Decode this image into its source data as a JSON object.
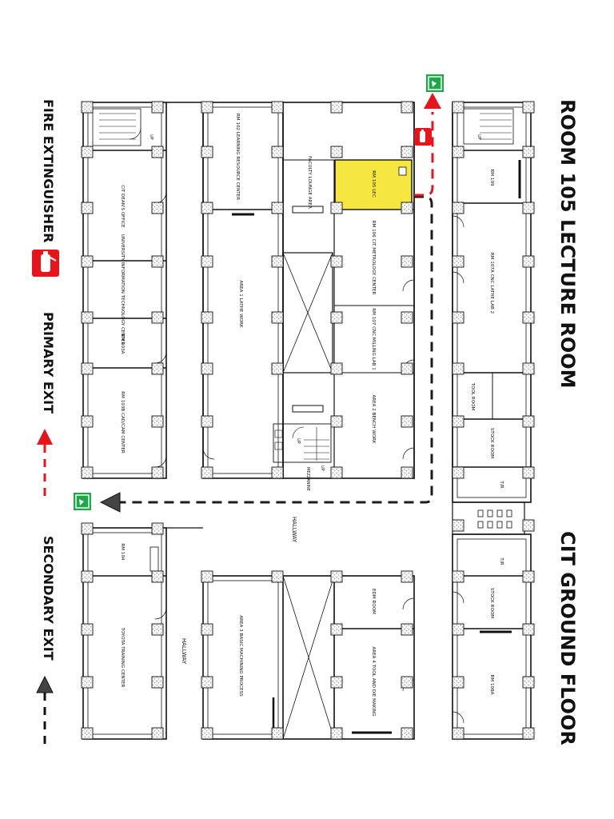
{
  "titles": {
    "main": "ROOM 105 LECTURE ROOM",
    "floor": "CIT GROUND FLOOR"
  },
  "legend": {
    "fire_extinguisher": "FIRE EXTINGUISHER",
    "primary_exit": "PRIMARY EXIT",
    "secondary_exit": "SECONDARY EXIT"
  },
  "rooms": {
    "learning_resource": "RM 102 LEARNING RESOURCE CENTER",
    "cit_deans": "CIT DEAN'S OFFICE",
    "university_it": "UNIVERSITY INFORMATION TECHNOLOGY CENTER",
    "rm103a": "RM 103A",
    "cad_cam": "RM 103B CAD/CAM CENTER",
    "lathe_work": "AREA 1 LATHE WORK",
    "faculty_lounge": "FACULTY LOUNGE AREA",
    "rm105": "RM 105 LEC",
    "metrology": "RM 106 CIT METROLOGY CENTER",
    "cnc_milling": "RM 107 CNC MILLING LAB 1",
    "bench_work": "AREA 2 BENCH WORK",
    "rm109": "RM 109",
    "cnc_lathe": "RM 107A CNC LATHE LAB 2",
    "tool_room": "TOOL ROOM",
    "stock_room_1": "STOCK ROOM",
    "tr_1": "T/R",
    "tr_2": "T/R",
    "stock_room_2": "STOCK ROOM",
    "rm108a": "RM 108A",
    "rm104": "RM 104",
    "toyota": "TOYOTA TRAINING CENTER",
    "basic_machining": "AREA 3 BASIC MACHINING PROCESS",
    "edm_room": "EDM ROOM",
    "tool_die": "AREA 4 TOOL AND DIE MAKING"
  },
  "labels": {
    "hallway_center": "HALLWAY",
    "hallway_left": "HALLWAY",
    "up_1": "UP",
    "up_2": "UP",
    "up_3": "UP",
    "up_4": "UP",
    "mezzanine": "MEZZANINE"
  },
  "colors": {
    "room105": "#f5e640",
    "primary": "#e8141c",
    "exit_sign": "#1fa84a",
    "secondary": "#222222"
  },
  "icons": {
    "exit_sign": "exit-sign-icon",
    "fire_extinguisher": "fire-extinguisher-icon",
    "primary_arrow": "red-arrow-up-icon",
    "secondary_arrow": "dark-arrow-up-icon"
  }
}
